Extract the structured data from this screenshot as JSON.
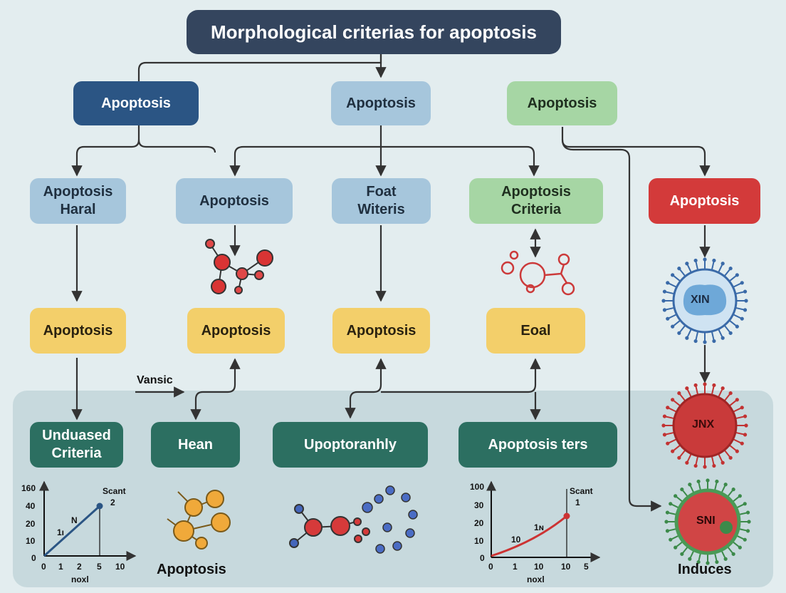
{
  "title": "Morphological criterias for apoptosis",
  "row1": [
    "Apoptosis",
    "Apoptosis",
    "Apoptosis"
  ],
  "row2": [
    "Apoptosis\nHaral",
    "Apoptosis",
    "Foat\nWiteris",
    "Apoptosis\nCriteria",
    "Apoptosis"
  ],
  "row3": [
    "Apoptosis",
    "Apoptosis",
    "Apoptosis",
    "Eoal"
  ],
  "row4": [
    "Unduased\nCriteria",
    "Hean",
    "Upoptoranhly",
    "Apoptosis ters"
  ],
  "edge_label": "Vansic",
  "cells": {
    "top": "XIN",
    "middle": "JNX",
    "bottom": "SNI"
  },
  "captions": {
    "molecule": "Apoptosis",
    "cell": "Induces"
  },
  "chart_left": {
    "y_ticks": [
      "160",
      "40",
      "20",
      "10",
      "0"
    ],
    "x_ticks": [
      "0",
      "1",
      "2",
      "5",
      "10"
    ],
    "x_label": "noxl",
    "annotation": "Scant",
    "annotation_value": "2",
    "line_labels": [
      "N",
      "1ı"
    ]
  },
  "chart_right": {
    "y_ticks": [
      "100",
      "30",
      "20",
      "10",
      "0"
    ],
    "x_ticks": [
      "0",
      "1",
      "10",
      "10",
      "5"
    ],
    "x_label": "noxl",
    "annotation": "Scant",
    "annotation_value": "1",
    "line_labels": [
      "1ɴ",
      "10"
    ]
  },
  "colors": {
    "navy": "#2b5584",
    "lightblue": "#a6c6dc",
    "green": "#a6d6a4",
    "red": "#d33a3a",
    "yellow": "#f3cf6a",
    "teal": "#2c6f61"
  }
}
